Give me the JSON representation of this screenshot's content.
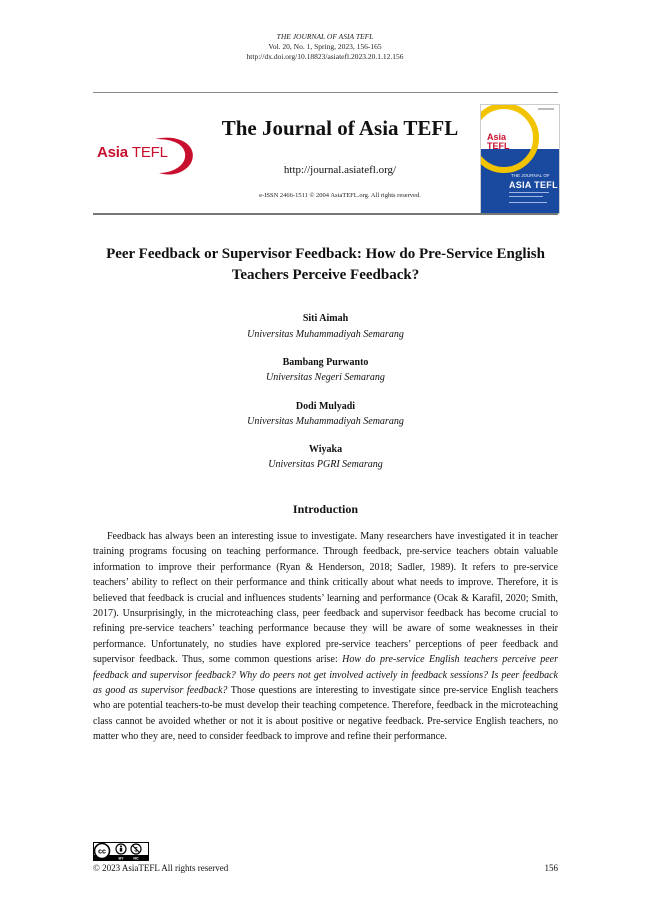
{
  "running_header": {
    "journal": "THE JOURNAL OF ASIA TEFL",
    "volume": "Vol. 20, No. 1, Spring, 2023, 156-165",
    "doi": "http://dx.doi.org/10.18823/asiatefl.2023.20.1.12.156"
  },
  "masthead": {
    "journal_title": "The Journal of Asia TEFL",
    "url": "http://journal.asiatefl.org/",
    "issn": "e-ISSN 2466-1511 © 2004 AsiaTEFL.org. All rights reserved.",
    "logo_text_a": "Asia",
    "logo_text_b": "TEFL",
    "cover_logo_a": "Asia",
    "cover_logo_b": "TEFL",
    "cover_heading_small": "THE JOURNAL OF",
    "cover_heading_big": "ASIA TEFL",
    "logo_red": "#c8102e",
    "cover_blue": "#1a4aa0",
    "cover_yellow": "#f2c400"
  },
  "article": {
    "title_line1": "Peer Feedback or Supervisor Feedback: How do Pre-Service English",
    "title_line2": "Teachers Perceive Feedback?",
    "authors": [
      {
        "name": "Siti Aimah",
        "affiliation": "Universitas Muhammadiyah Semarang"
      },
      {
        "name": "Bambang Purwanto",
        "affiliation": "Universitas Negeri Semarang"
      },
      {
        "name": "Dodi Mulyadi",
        "affiliation": "Universitas Muhammadiyah Semarang"
      },
      {
        "name": "Wiyaka",
        "affiliation": "Universitas PGRI Semarang"
      }
    ],
    "section_heading": "Introduction",
    "para_a": "Feedback has always been an interesting issue to investigate. Many researchers have investigated it in teacher training programs focusing on teaching performance. Through feedback, pre-service teachers obtain valuable information to improve their performance (Ryan & Henderson, 2018; Sadler, 1989). It refers to pre-service teachers’ ability to reflect on their performance and think critically about what needs to improve. Therefore, it is believed that feedback is crucial and influences students’ learning and performance (Ocak & Karafil, 2020; Smith, 2017). Unsurprisingly, in the microteaching class, peer feedback and supervisor feedback has become crucial to refining pre-service teachers’ teaching performance because they will be aware of some weaknesses in their performance. Unfortunately, no studies have explored pre-service teachers’ perceptions of peer feedback and supervisor feedback. Thus, some common questions arise: ",
    "para_questions": "How do pre-service English teachers perceive peer feedback and supervisor feedback? Why do peers not get involved actively in feedback sessions? Is peer feedback as good as supervisor feedback?",
    "para_b": " Those questions are interesting to investigate since pre-service English teachers who are potential teachers-to-be must develop their teaching competence. Therefore, feedback in the microteaching class cannot be avoided whether or not it is about positive or negative feedback. Pre-service English teachers, no matter who they are, need to consider feedback to improve and refine their performance."
  },
  "footer": {
    "cc_icons": [
      "cc-icon",
      "by-icon",
      "nc-icon"
    ],
    "cc_label_by": "BY",
    "cc_label_nc": "NC",
    "copyright": "© 2023 AsiaTEFL All rights reserved",
    "page_number": "156"
  }
}
